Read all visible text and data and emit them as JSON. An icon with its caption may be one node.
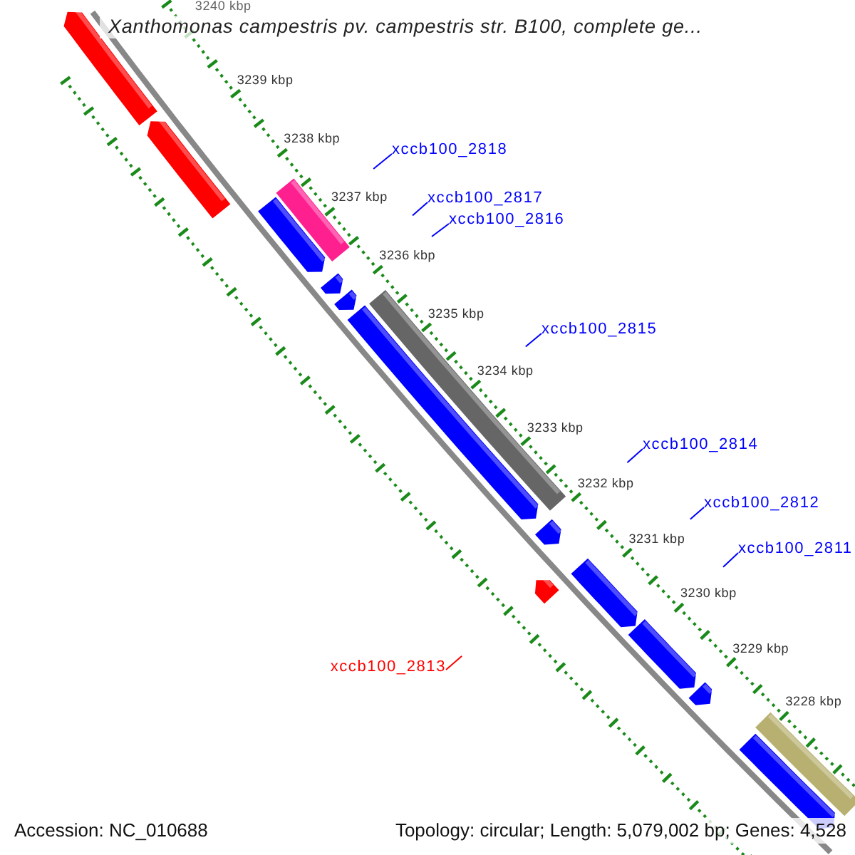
{
  "diagram": {
    "title": "Xanthomonas campestris pv. campestris str. B100, complete ge...",
    "nodes": [
      {
        "text": [
          "xccb100_2818"
        ]
      },
      {
        "text": [
          "xccb100_2817"
        ]
      },
      {
        "text": [
          "xccb100_2816"
        ]
      },
      {
        "text": [
          "xccb100_2815"
        ]
      },
      {
        "text": [
          "xccb100_2814"
        ]
      },
      {
        "text": [
          "xccb100_2812"
        ]
      },
      {
        "text": [
          "xccb100_2811"
        ]
      },
      {
        "text": [
          "xccb100_2813"
        ]
      }
    ],
    "edges": [
      {
        "from": 0,
        "to": null,
        "arrow": "none"
      },
      {
        "from": 1,
        "to": null,
        "arrow": "none"
      },
      {
        "from": 2,
        "to": null,
        "arrow": "none"
      },
      {
        "from": 3,
        "to": null,
        "arrow": "none"
      },
      {
        "from": 4,
        "to": null,
        "arrow": "none"
      },
      {
        "from": 5,
        "to": null,
        "arrow": "none"
      },
      {
        "from": 6,
        "to": null,
        "arrow": "none"
      },
      {
        "from": 7,
        "to": null,
        "arrow": "none",
        "color": "#ff0000"
      }
    ],
    "labels": [
      "3240 kbp",
      "3239 kbp",
      "3238 kbp",
      "3237 kbp",
      "3236 kbp",
      "3235 kbp",
      "3234 kbp",
      "3233 kbp",
      "3232 kbp",
      "3231 kbp",
      "3230 kbp",
      "3229 kbp",
      "3228 kbp",
      "Accession: NC_010688",
      "Topology: circular; Length: 5,079,002 bp; Genes: 4,528"
    ]
  }
}
